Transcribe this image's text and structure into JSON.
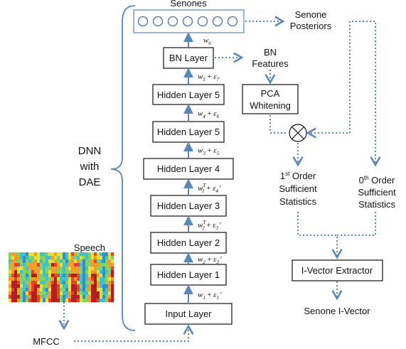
{
  "senones": {
    "title": "Senones"
  },
  "senone_posteriors": {
    "line1": "Senone",
    "line2": "Posteriors"
  },
  "bn_features": {
    "line1": "BN",
    "line2": "Features"
  },
  "pca": {
    "line1": "PCA",
    "line2": "Whitening"
  },
  "dnn_label": {
    "line1": "DNN",
    "line2": "with",
    "line3": "DAE"
  },
  "layers": {
    "bn": "BN Layer",
    "hidden5a": "Hidden Layer 5",
    "hidden5b": "Hidden Layer 5",
    "hidden4": "Hidden Layer 4",
    "hidden3": "Hidden Layer 3",
    "hidden2": "Hidden Layer 2",
    "hidden1": "Hidden Layer 1",
    "input": "Input Layer"
  },
  "weights": {
    "w6": {
      "base": "w",
      "sub": "6",
      "sup": "",
      "plus": "",
      "eps": "",
      "eps_sub": "",
      "prime": ""
    },
    "w5e7": {
      "base": "w",
      "sub": "5",
      "sup": "",
      "plus": "+",
      "eps": "ε",
      "eps_sub": "7",
      "prime": ""
    },
    "w4e6": {
      "base": "w",
      "sub": "4",
      "sup": "",
      "plus": "+",
      "eps": "ε",
      "eps_sub": "6",
      "prime": ""
    },
    "w3e5": {
      "base": "w",
      "sub": "3",
      "sup": "",
      "plus": "+",
      "eps": "ε",
      "eps_sub": "5",
      "prime": ""
    },
    "w1Te4": {
      "base": "w",
      "sub": "1",
      "sup": "T",
      "plus": "+",
      "eps": "ε",
      "eps_sub": "4",
      "prime": "'"
    },
    "w2Te3": {
      "base": "w",
      "sub": "2",
      "sup": "T",
      "plus": "+",
      "eps": "ε",
      "eps_sub": "3",
      "prime": "'"
    },
    "w2e2": {
      "base": "w",
      "sub": "2",
      "sup": "",
      "plus": "+",
      "eps": "ε",
      "eps_sub": "2",
      "prime": "'"
    },
    "w1e1": {
      "base": "w",
      "sub": "1",
      "sup": "",
      "plus": "+",
      "eps": "ε",
      "eps_sub": "1",
      "prime": "'"
    }
  },
  "speech": {
    "label": "Speech"
  },
  "mfcc": {
    "label": "MFCC"
  },
  "first_order": {
    "num": "1",
    "sup": "st",
    "rest": " Order",
    "line2": "Sufficient",
    "line3": "Statistics"
  },
  "zeroth_order": {
    "num": "0",
    "sup": "th",
    "rest": "  Order",
    "line2": "Sufficient",
    "line3": "Statistics"
  },
  "ivector_extractor": {
    "label": "I-Vector Extractor"
  },
  "senone_ivector": {
    "label": "Senone I-Vector"
  },
  "colors": {
    "arrow": "#5b86b8",
    "box_stroke": "#111111",
    "senone_box": "#7a9cc8"
  }
}
